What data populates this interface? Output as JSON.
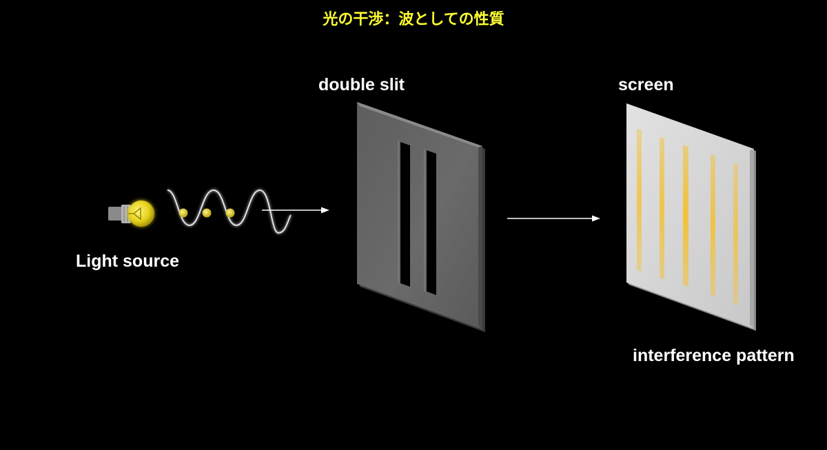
{
  "title": "光の干渉：波としての性質",
  "labels": {
    "double_slit": "double slit",
    "screen": "screen",
    "light_source": "Light source",
    "interference_pattern": "interference pattern"
  },
  "icons": {
    "light_bulb": "light-bulb-icon"
  },
  "colors": {
    "background": "#000000",
    "title": "#ffff33",
    "label": "#ffffff",
    "bulb": "#e6d21c",
    "photon": "#d9c81a",
    "slit_panel": "#666666",
    "screen_panel": "#d4d4d4",
    "fringe": "#f2c23a"
  }
}
